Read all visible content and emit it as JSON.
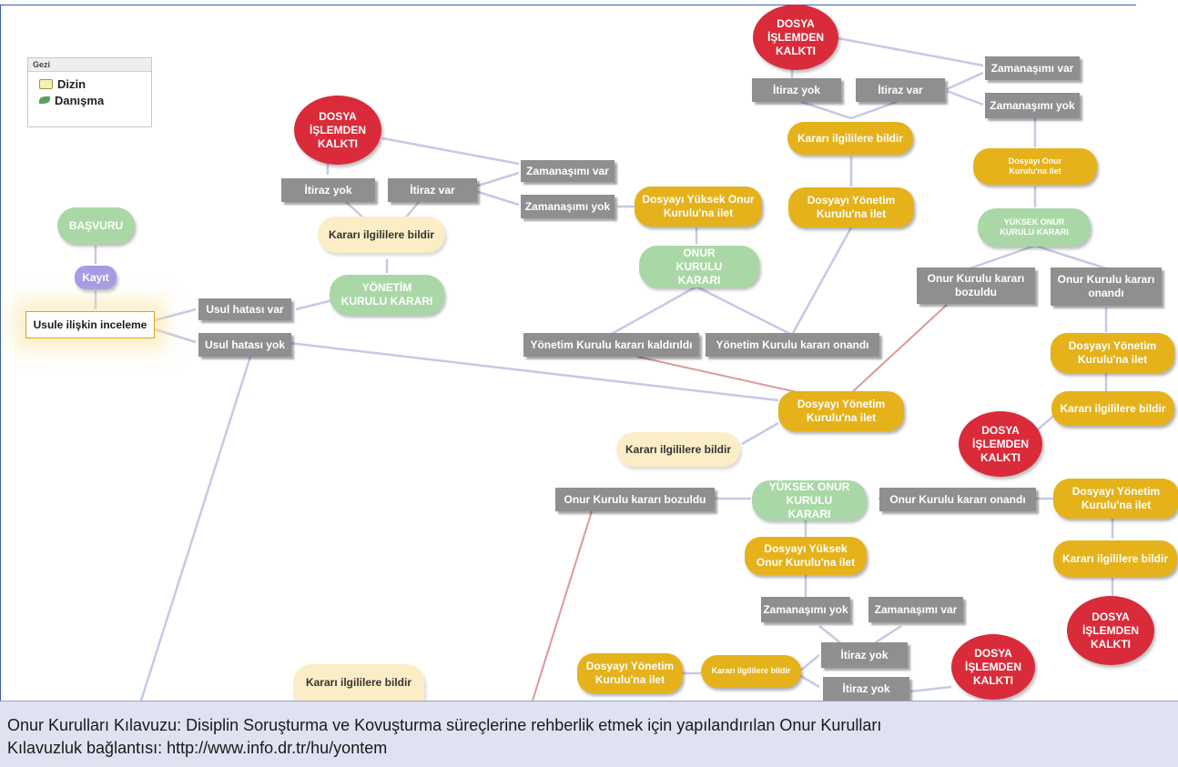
{
  "legend": {
    "title": "Gezi",
    "items": [
      {
        "label": "Dizin",
        "icon": "folder-icon"
      },
      {
        "label": "Danışma",
        "icon": "leaf-icon"
      }
    ]
  },
  "nodes": {
    "basvuru": "BAŞVURU",
    "kayit": "Kayıt",
    "usule": "Usule ilişkin inceleme",
    "usul_var": "Usul hatası var",
    "usul_yok": "Usul hatası yok",
    "yk_karari": "YÖNETİM KURULU KARARI",
    "bildir_a": "Kararı ilgililere bildir",
    "itiraz_yok_a": "İtiraz yok",
    "itiraz_var_a": "İtiraz var",
    "dosya_a": "DOSYA İŞLEMDEN KALKTI",
    "zaman_var_a": "Zamanaşımı var",
    "zaman_yok_a": "Zamanaşımı yok",
    "yuksek_ilet_a": "Dosyayı Yüksek Onur Kurulu'na ilet",
    "onur_karari": "ONUR KURULU KARARI",
    "yk_kaldirildi": "Yönetim Kurulu kararı kaldırıldı",
    "yk_onandi": "Yönetim Kurulu kararı onandı",
    "yonetim_ilet_top": "Dosyayı Yönetim Kurulu'na ilet",
    "bildir_top": "Kararı ilgililere bildir",
    "itiraz_yok_top": "İtiraz yok",
    "itiraz_var_top": "İtiraz var",
    "dosya_top": "DOSYA İŞLEMDEN KALKTI",
    "zaman_var_top": "Zamanaşımı var",
    "zaman_yok_top": "Zamanaşımı yok",
    "onur_ilet_r": "Dosyayı Onur Kurulu'na ilet",
    "yuksek_karar_r": "YÜKSEK ONUR KURULU KARARI",
    "ok_bozuldu_r": "Onur Kurulu kararı bozuldu",
    "ok_onandi_r": "Onur Kurulu kararı onandı",
    "yonetim_ilet_r": "Dosyayı Yönetim Kurulu'na ilet",
    "bildir_r": "Kararı ilgililere bildir",
    "dosya_r": "DOSYA İŞLEMDEN KALKTI",
    "yonetim_ilet_mid": "Dosyayı Yönetim Kurulu'na ilet",
    "bildir_mid": "Kararı ilgililere bildir",
    "ok_bozuldu_mid": "Onur Kurulu kararı bozuldu",
    "yuksek_karar_mid": "YÜKSEK ONUR KURULU KARARI",
    "ok_onandi_mid": "Onur Kurulu kararı onandı",
    "yonetim_ilet_br": "Dosyayı Yönetim Kurulu'na ilet",
    "bildir_br": "Kararı ilgililere bildir",
    "dosya_br": "DOSYA İŞLEMDEN KALKTI",
    "yuksek_ilet_b": "Dosyayı Yüksek Onur Kurulu'na ilet",
    "zaman_yok_b": "Zamanaşımı yok",
    "zaman_var_b": "Zamanaşımı var",
    "itiraz_yok_b1": "İtiraz yok",
    "itiraz_yok_b2": "İtiraz yok",
    "bildir_b": "Kararı ilgililere bildir",
    "yonetim_ilet_b": "Dosyayı Yönetim Kurulu'na ilet",
    "dosya_b": "DOSYA İŞLEMDEN KALKTI",
    "bildir_bottom_left": "Kararı ilgililere bildir"
  },
  "caption": {
    "line1": "Onur Kurulları Kılavuzu: Disiplin Soruşturma ve Kovuşturma süreçlerine rehberlik etmek için yapılandırılan Onur Kurulları",
    "line2": "Kılavuzluk bağlantısı: http://www.info.dr.tr/hu/yontem"
  },
  "colors": {
    "grey": "#8f8f8f",
    "gold": "#e5b21b",
    "cream": "#fbeec6",
    "green": "#a9d8a6",
    "purple": "#a79be3",
    "red": "#d92b3a",
    "edge": "#c5c9e6",
    "edge_red": "#d99a9a",
    "caption_bg": "#dfe2f1"
  }
}
